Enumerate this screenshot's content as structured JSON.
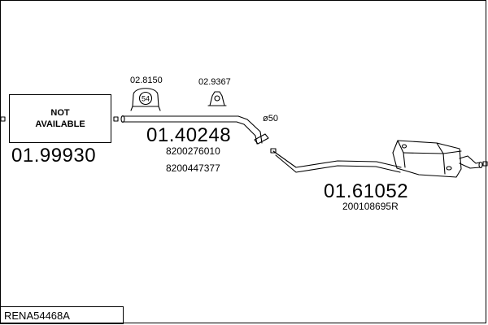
{
  "diagram": {
    "reference": "RENA54468A",
    "not_available": {
      "line1": "NOT",
      "line2": "AVAILABLE"
    },
    "front_section": {
      "part_number": "01.99930"
    },
    "middle_section": {
      "part_number": "01.40248",
      "oem_numbers": [
        "8200276010",
        "8200447377"
      ]
    },
    "rear_section": {
      "part_number": "01.61052",
      "oem_numbers": [
        "200108695R"
      ]
    },
    "clamp": {
      "part_number": "02.8150",
      "size_label": "54"
    },
    "rubber_mount": {
      "part_number": "02.9367"
    },
    "diameter_label": "ø50"
  }
}
